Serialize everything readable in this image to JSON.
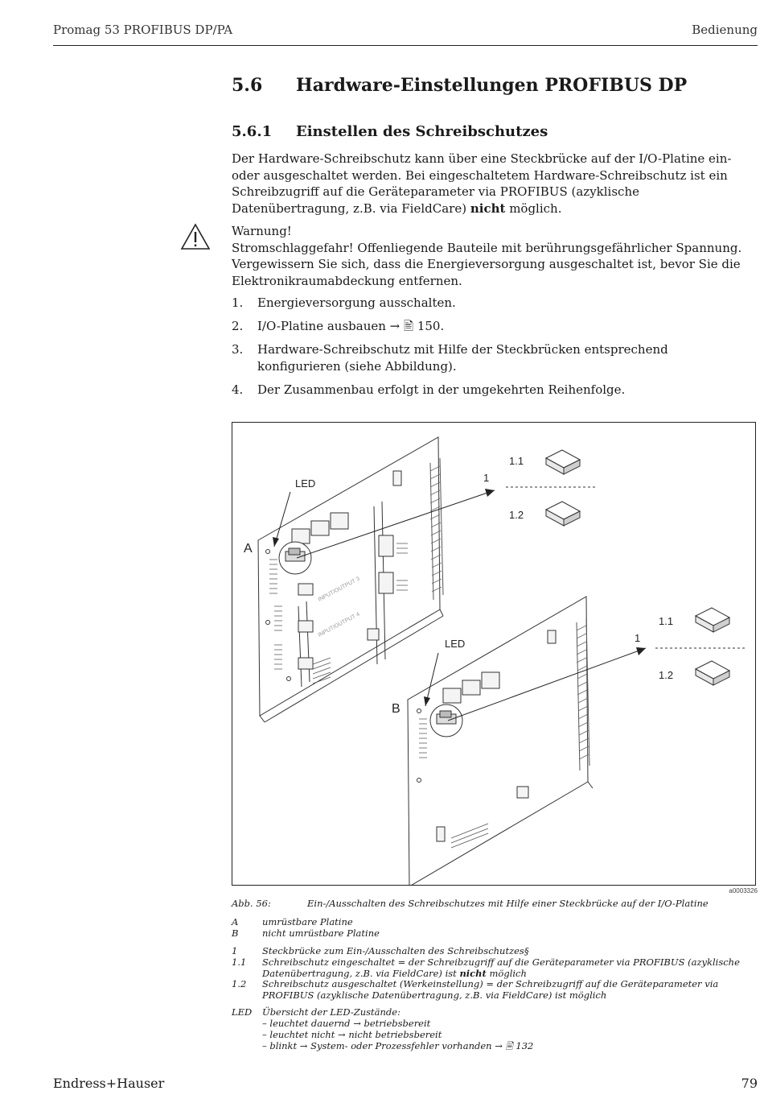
{
  "header": {
    "left": "Promag 53 PROFIBUS DP/PA",
    "right": "Bedienung"
  },
  "section": {
    "number": "5.6",
    "title": "Hardware-Einstellungen PROFIBUS DP"
  },
  "subsection": {
    "number": "5.6.1",
    "title": "Einstellen des Schreibschutzes"
  },
  "intro": {
    "text": "Der Hardware-Schreibschutz kann über eine Steckbrücke auf der I/O-Platine ein- oder ausgeschaltet werden. Bei eingeschaltetem Hardware-Schreibschutz ist ein Schreibzugriff auf die Geräteparameter via PROFIBUS (azyklische Datenübertragung, z.B. via FieldCare)",
    "bold": "nicht",
    "tail": " möglich."
  },
  "warning": {
    "icon": "warning-triangle-icon",
    "title": "Warnung!",
    "text": "Stromschlaggefahr! Offenliegende Bauteile mit berührungsgefährlicher Spannung. Vergewissern Sie sich, dass die Energieversorgung ausgeschaltet ist, bevor Sie die Elektronikraumabdeckung entfernen."
  },
  "steps": [
    {
      "n": "1.",
      "text": "Energieversorgung ausschalten."
    },
    {
      "n": "2.",
      "text": "I/O-Platine ausbauen → 🖹 150."
    },
    {
      "n": "3.",
      "text": "Hardware-Schreibschutz mit Hilfe der Steckbrücken entsprechend konfigurieren (siehe Abbildung)."
    },
    {
      "n": "4.",
      "text": "Der Zusammenbau erfolgt in der umgekehrten Reihenfolge."
    }
  ],
  "figure": {
    "labels": {
      "led": "LED",
      "a": "A",
      "b": "B",
      "one": "1",
      "one_one": "1.1",
      "one_two": "1.2",
      "io3": "INPUT/OUTPUT 3",
      "io4": "INPUT/OUTPUT 4"
    },
    "code": "a0003326"
  },
  "caption": {
    "title_key": "Abb. 56:",
    "title": "Ein-/Ausschalten des Schreibschutzes mit Hilfe einer Steckbrücke auf der I/O-Platine",
    "items": [
      {
        "k": "A",
        "v": "umrüstbare Platine"
      },
      {
        "k": "B",
        "v": "nicht umrüstbare Platine"
      },
      {
        "k": "1",
        "v": "Steckbrücke zum Ein-/Ausschalten des Schreibschutzes§"
      },
      {
        "k": "1.1",
        "v1": "Schreibschutz eingeschaltet = der Schreibzugriff auf die Geräteparameter via PROFIBUS (azyklische Datenübertragung, z.B. via FieldCare) ist ",
        "bold": "nicht",
        "v2": " möglich"
      },
      {
        "k": "1.2",
        "v": "Schreibschutz ausgeschaltet (Werkeinstellung) = der Schreibzugriff auf die Geräteparameter via PROFIBUS (azyklische Datenübertragung, z.B. via FieldCare) ist möglich"
      },
      {
        "k": "LED",
        "v": "Übersicht der LED-Zustände:"
      }
    ],
    "led_states": [
      "–   leuchtet dauernd → betriebsbereit",
      "–   leuchtet nicht → nicht betriebsbereit",
      "–   blinkt → System- oder Prozessfehler vorhanden → 🖹 132"
    ]
  },
  "footer": {
    "left": "Endress+Hauser",
    "right": "79"
  }
}
